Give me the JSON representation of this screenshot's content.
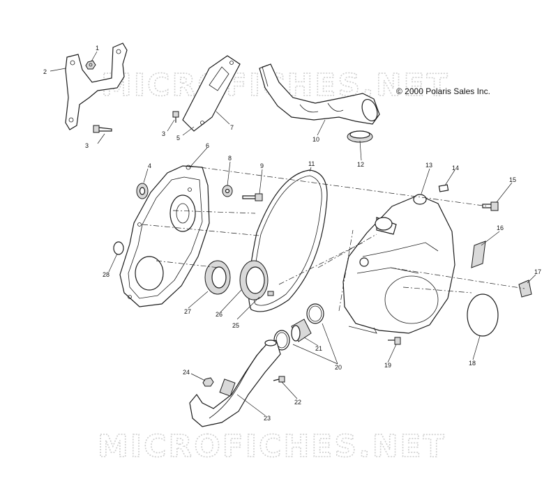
{
  "copyright": "© 2000 Polaris Sales Inc.",
  "watermark_top": "MICROFICHES.NET",
  "watermark_bottom": "MICROFICHES.NET",
  "callouts": {
    "c1": "1",
    "c2": "2",
    "c3a": "3",
    "c3b": "3",
    "c4": "4",
    "c5": "5",
    "c6": "6",
    "c7": "7",
    "c8": "8",
    "c9": "9",
    "c10": "10",
    "c11": "11",
    "c12": "12",
    "c13": "13",
    "c14": "14",
    "c15": "15",
    "c16": "16",
    "c17": "17",
    "c18": "18",
    "c19": "19",
    "c20": "20",
    "c21": "21",
    "c22": "22",
    "c23": "23",
    "c24": "24",
    "c25": "25",
    "c26": "26",
    "c27": "27",
    "c28": "28"
  }
}
